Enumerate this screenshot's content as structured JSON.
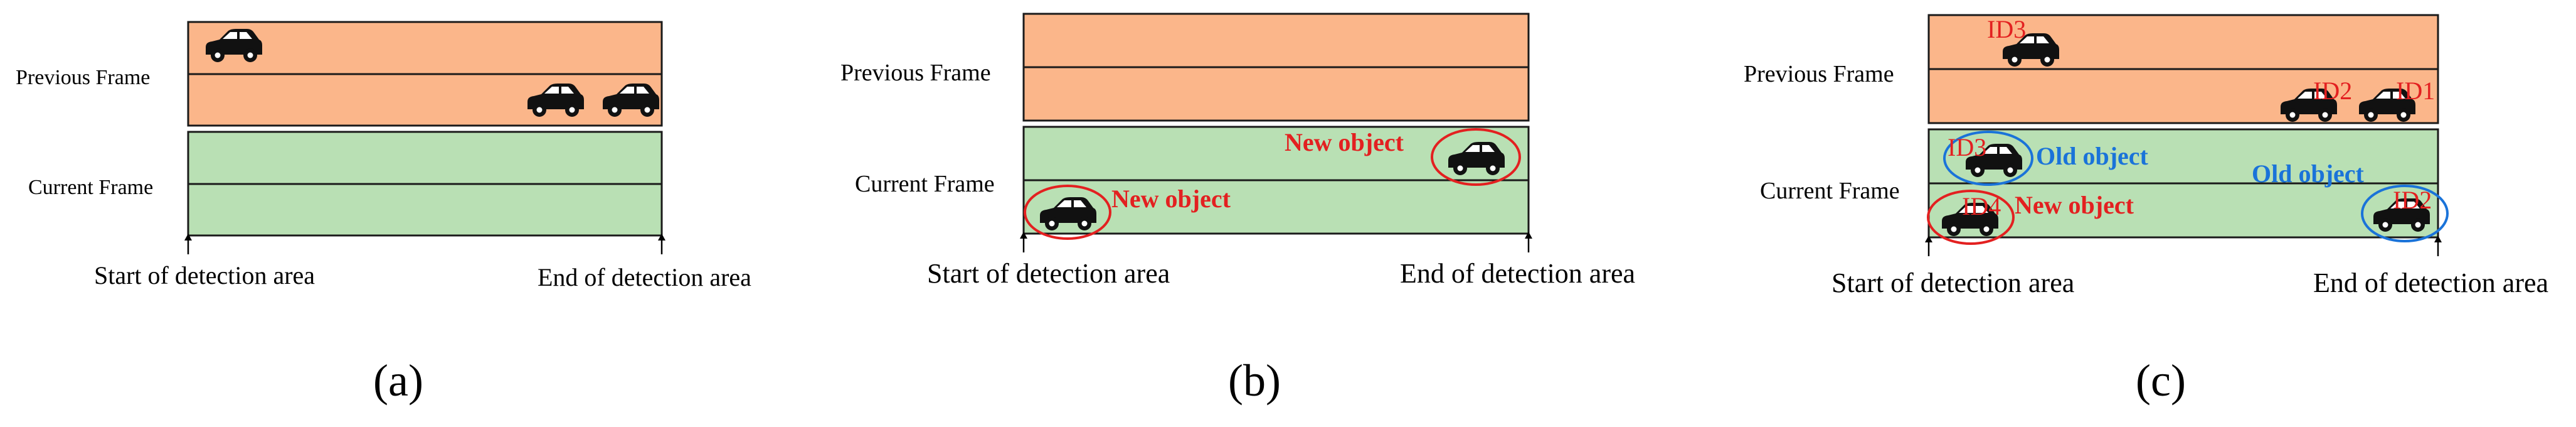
{
  "panels": [
    {
      "id": "a",
      "caption": "(a)",
      "previous_label": "Previous Frame",
      "current_label": "Current Frame",
      "start_label": "Start of detection area",
      "end_label": "End of detection area"
    },
    {
      "id": "b",
      "caption": "(b)",
      "previous_label": "Previous Frame",
      "current_label": "Current Frame",
      "start_label": "Start of detection area",
      "end_label": "End of detection area",
      "new_object_label_1": "New object",
      "new_object_label_2": "New object"
    },
    {
      "id": "c",
      "caption": "(c)",
      "previous_label": "Previous Frame",
      "current_label": "Current Frame",
      "start_label": "Start of detection area",
      "end_label": "End of detection area",
      "prev_ids": [
        "ID3",
        "ID2",
        "ID1"
      ],
      "curr_ids": [
        "ID3",
        "ID4",
        "ID2"
      ],
      "old_object_label_1": "Old object",
      "old_object_label_2": "Old object",
      "new_object_label": "New object"
    }
  ],
  "colors": {
    "previous_frame_fill": "#fbb68a",
    "current_frame_fill": "#b9e0b4",
    "new_object_ring": "#e32020",
    "old_object_ring": "#1a73d9",
    "car": "#111111"
  },
  "icons": {
    "vehicle": "car-icon"
  }
}
